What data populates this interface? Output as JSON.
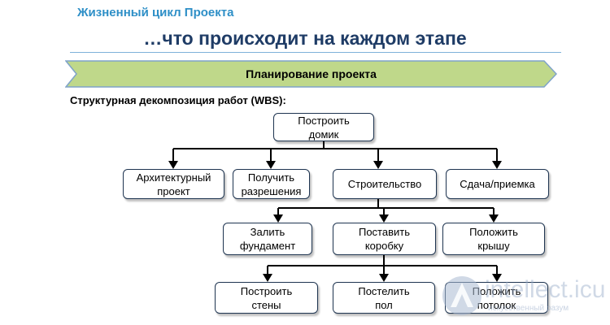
{
  "header": {
    "subtitle": "Жизненный цикл Проекта",
    "title": "…что происходит на каждом этапе"
  },
  "banner": {
    "label": "Планирование проекта",
    "color": "#bfd88a"
  },
  "wbs": {
    "caption": "Структурная декомпозиция работ (WBS):",
    "root": "Построить\nдомик",
    "level1": [
      "Архитектурный\nпроект",
      "Получить\nразрешения",
      "Строительство",
      "Сдача/приемка"
    ],
    "level2": [
      "Залить\nфундамент",
      "Поставить\nкоробку",
      "Положить\nкрышу"
    ],
    "level3": [
      "Построить\nстены",
      "Постелить\nпол",
      "Положить\nпотолок"
    ]
  },
  "watermark": {
    "name": "intellect.icu",
    "tagline": "искусственный разум"
  },
  "colors": {
    "subtitle": "#2e8fc7",
    "title": "#1f3c66",
    "node_border": "#1e3450",
    "connector": "#000000"
  }
}
